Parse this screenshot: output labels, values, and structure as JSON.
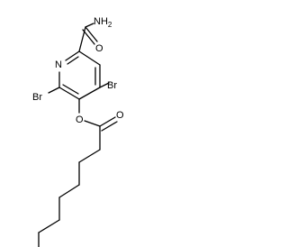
{
  "molecule": {
    "atoms": {
      "amide_nh2": "NH",
      "amide_nh2_sub": "2",
      "amide_o": "O",
      "ring_n": "N",
      "br_left": "Br",
      "br_right": "Br",
      "ester_o": "O",
      "carbonyl_o": "O"
    }
  }
}
